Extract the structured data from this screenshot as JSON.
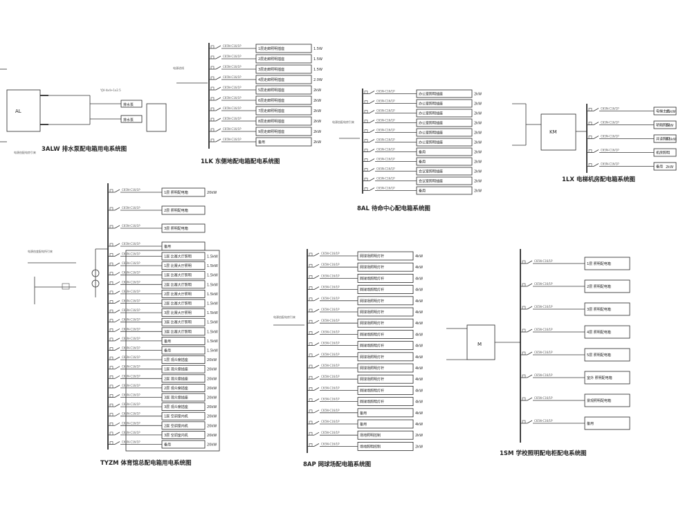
{
  "titles": [
    "3ALW 排水泵配电箱用电系统图",
    "1LK 东侧地配电箱配电系统图",
    "8AL 待命中心配电箱系统图",
    "1LX 电梯机房配电箱系统图",
    "TYZM 体育馆总配电箱用电系统图",
    "8AP 网球场配电箱系统图",
    "1SM 学校照明配电柜配电系统图"
  ],
  "tags": [
    "AL",
    "KM",
    "M"
  ],
  "p1": {
    "rows": [
      {
        "name": "排水泵",
        "power": ""
      },
      {
        "name": "排水泵",
        "power": ""
      }
    ]
  },
  "p2": {
    "rows": [
      {
        "name": "1层走廊照明插座",
        "power": "1.5W"
      },
      {
        "name": "2层走廊照明插座",
        "power": "1.5W"
      },
      {
        "name": "3层走廊照明插座",
        "power": "1.5W"
      },
      {
        "name": "4层走廊照明插座",
        "power": "2.0W"
      },
      {
        "name": "5层走廊照明插座",
        "power": "2kW"
      },
      {
        "name": "6层走廊照明插座",
        "power": "2kW"
      },
      {
        "name": "7层走廊照明插座",
        "power": "2kW"
      },
      {
        "name": "8层走廊照明插座",
        "power": "2kW"
      },
      {
        "name": "9层走廊照明插座",
        "power": "2kW"
      },
      {
        "name": "备用",
        "power": "2kW"
      }
    ]
  },
  "p3": {
    "rows": [
      {
        "name": "办公室照明插座",
        "power": "2kW"
      },
      {
        "name": "办公室照明插座",
        "power": "2kW"
      },
      {
        "name": "办公室照明插座",
        "power": "2kW"
      },
      {
        "name": "办公室照明插座",
        "power": "2kW"
      },
      {
        "name": "办公室照明插座",
        "power": "2kW"
      },
      {
        "name": "办公室照明插座",
        "power": "2kW"
      },
      {
        "name": "备用",
        "power": "2kW"
      },
      {
        "name": "备用",
        "power": "2kW"
      },
      {
        "name": "会议室照明插座",
        "power": "2kW"
      },
      {
        "name": "会议室照明插座",
        "power": "2kW"
      },
      {
        "name": "备用",
        "power": "2kW"
      }
    ]
  },
  "p4": {
    "rows": [
      {
        "name": "电梯主机",
        "power": "15kW"
      },
      {
        "name": "轿厢照明",
        "power": "1kW"
      },
      {
        "name": "井道照明",
        "power": "0.5kW"
      },
      {
        "name": "机房照明",
        "power": ""
      },
      {
        "name": "备用",
        "power": "2kW"
      }
    ]
  },
  "p5": {
    "top": [
      {
        "name": "1层 照明配电箱",
        "power": "20kW"
      },
      {
        "name": "2层 照明配电箱",
        "power": ""
      },
      {
        "name": "3层 照明配电箱",
        "power": ""
      },
      {
        "name": "备用",
        "power": ""
      }
    ],
    "rows": [
      {
        "name": "1层 比赛大厅照明",
        "power": "1.5kW"
      },
      {
        "name": "1层 比赛大厅照明",
        "power": "1.5kW"
      },
      {
        "name": "1层 比赛大厅照明",
        "power": "1.5kW"
      },
      {
        "name": "2层 比赛大厅照明",
        "power": "1.5kW"
      },
      {
        "name": "2层 比赛大厅照明",
        "power": "1.5kW"
      },
      {
        "name": "2层 比赛大厅照明",
        "power": "1.5kW"
      },
      {
        "name": "3层 比赛大厅照明",
        "power": "1.5kW"
      },
      {
        "name": "3层 比赛大厅照明",
        "power": "1.5kW"
      },
      {
        "name": "3层 比赛大厅照明",
        "power": "1.5kW"
      },
      {
        "name": "备用",
        "power": "1.5kW"
      },
      {
        "name": "备用",
        "power": "1.5kW"
      },
      {
        "name": "1层 观众席插座",
        "power": "20kW"
      },
      {
        "name": "1层 观众席插座",
        "power": "20kW"
      },
      {
        "name": "2层 观众席插座",
        "power": "20kW"
      },
      {
        "name": "2层 观众席插座",
        "power": "20kW"
      },
      {
        "name": "3层 观众席插座",
        "power": "20kW"
      },
      {
        "name": "3层 观众席插座",
        "power": "20kW"
      },
      {
        "name": "1层 空调室内机",
        "power": "20kW"
      },
      {
        "name": "2层 空调室内机",
        "power": "20kW"
      },
      {
        "name": "3层 空调室内机",
        "power": "20kW"
      },
      {
        "name": "备用",
        "power": "20kW"
      }
    ]
  },
  "p6": {
    "rows": [
      {
        "name": "网球场照明灯杆",
        "power": "4kW"
      },
      {
        "name": "网球场照明灯杆",
        "power": "4kW"
      },
      {
        "name": "网球场照明灯杆",
        "power": "4kW"
      },
      {
        "name": "网球场照明灯杆",
        "power": "4kW"
      },
      {
        "name": "网球场照明灯杆",
        "power": "4kW"
      },
      {
        "name": "网球场照明灯杆",
        "power": "4kW"
      },
      {
        "name": "网球场照明灯杆",
        "power": "4kW"
      },
      {
        "name": "网球场照明灯杆",
        "power": "4kW"
      },
      {
        "name": "网球场照明灯杆",
        "power": "4kW"
      },
      {
        "name": "网球场照明灯杆",
        "power": "4kW"
      },
      {
        "name": "网球场照明灯杆",
        "power": "4kW"
      },
      {
        "name": "网球场照明灯杆",
        "power": "4kW"
      },
      {
        "name": "网球场照明灯杆",
        "power": "4kW"
      },
      {
        "name": "网球场照明灯杆",
        "power": "4kW"
      },
      {
        "name": "备用",
        "power": "4kW"
      },
      {
        "name": "备用",
        "power": "4kW"
      },
      {
        "name": "场地照明控制",
        "power": "2kW"
      },
      {
        "name": "场地照明控制",
        "power": "2kW"
      }
    ]
  },
  "p7": {
    "rows": [
      {
        "name": "1层 照明配电箱"
      },
      {
        "name": "2层 照明配电箱"
      },
      {
        "name": "3层 照明配电箱"
      },
      {
        "name": "4层 照明配电箱"
      },
      {
        "name": "5层 照明配电箱"
      },
      {
        "name": "室外 照明配电箱"
      },
      {
        "name": "景观照明配电箱"
      },
      {
        "name": "备用"
      }
    ]
  }
}
